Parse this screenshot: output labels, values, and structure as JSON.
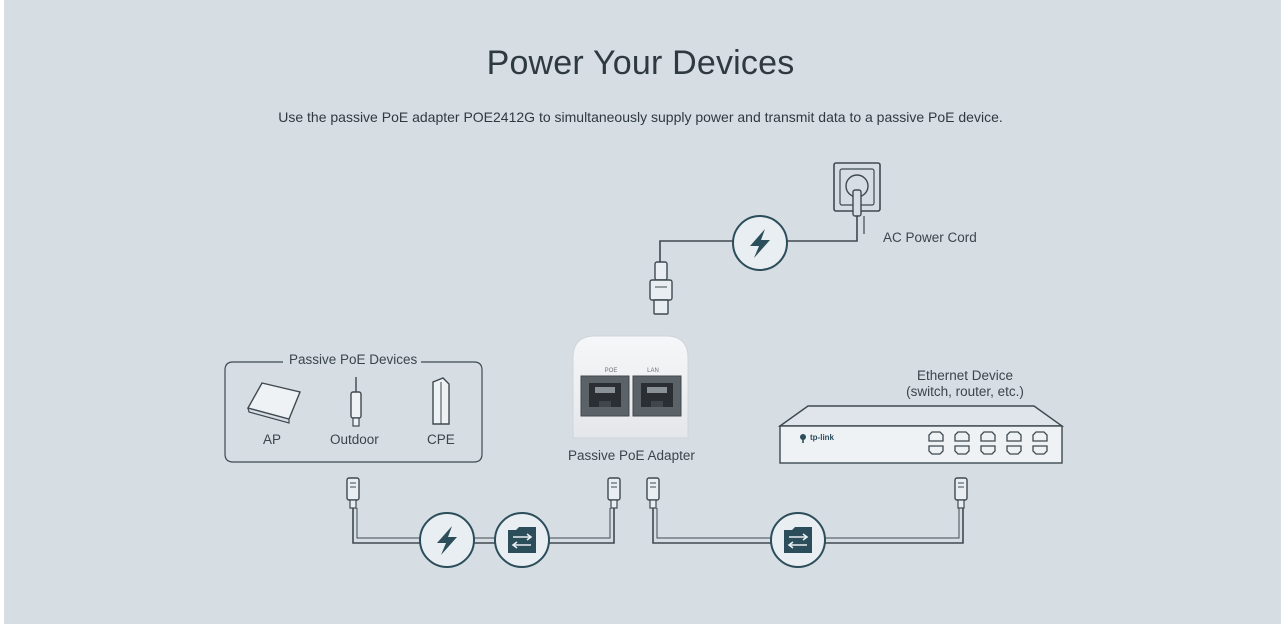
{
  "title": "Power Your Devices",
  "subtitle": "Use the passive PoE adapter POE2412G to simultaneously supply power and transmit data to a passive PoE device.",
  "labels": {
    "ac_power_cord": "AC Power Cord",
    "passive_poe_devices": "Passive PoE Devices",
    "ap": "AP",
    "outdoor": "Outdoor",
    "cpe": "CPE",
    "passive_poe_adapter": "Passive PoE Adapter",
    "ethernet_device_line1": "Ethernet Device",
    "ethernet_device_line2": "(switch, router, etc.)",
    "port_poe": "POE",
    "port_lan": "LAN",
    "switch_brand": "tp-link"
  },
  "colors": {
    "background": "#d6dde3",
    "line": "#3e4a50",
    "icon_fill": "#2c4d5a",
    "icon_bg": "#e9eef2"
  },
  "icons": {
    "power": "lightning-bolt-icon",
    "data": "data-transfer-folder-icon"
  }
}
